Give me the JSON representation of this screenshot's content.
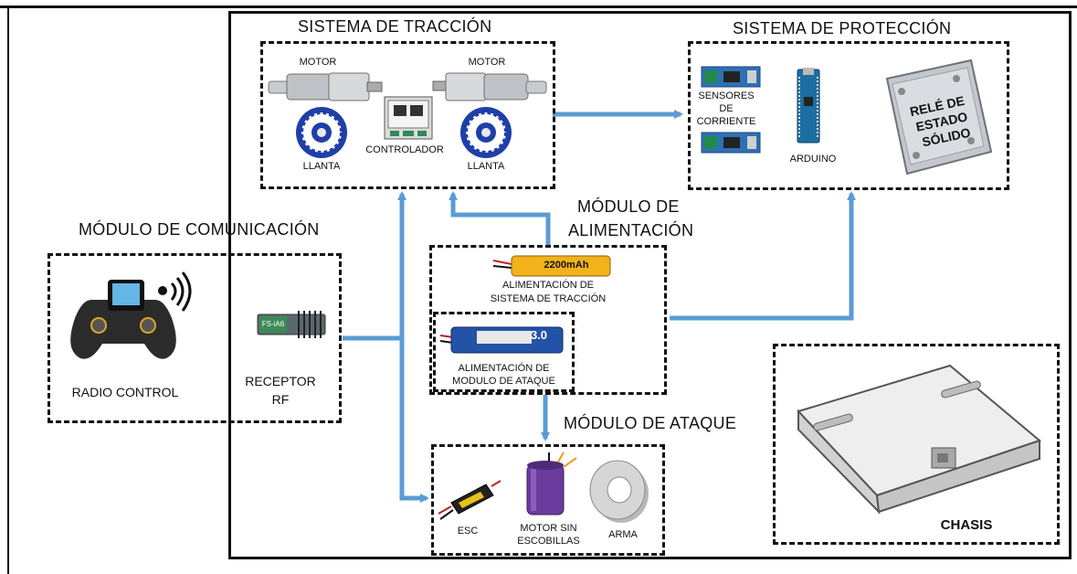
{
  "colors": {
    "arrow": "#5b9bd5",
    "frame": "#111111",
    "background": "#ffffff"
  },
  "modules": {
    "traccion": {
      "title": "SISTEMA DE TRACCIÓN",
      "motor_left": "MOTOR",
      "motor_right": "MOTOR",
      "wheel_left": "LLANTA",
      "wheel_right": "LLANTA",
      "controller": "CONTROLADOR"
    },
    "proteccion": {
      "title": "SISTEMA DE PROTECCIÓN",
      "sensors_line1": "SENSORES",
      "sensors_line2": "DE",
      "sensors_line3": "CORRIENTE",
      "arduino": "ARDUINO",
      "relay_line1": "RELÉ DE",
      "relay_line2": "ESTADO",
      "relay_line3": "SÓLIDO"
    },
    "comunicacion": {
      "title": "MÓDULO DE COMUNICACIÓN",
      "radio": "RADIO CONTROL",
      "receiver_line1": "RECEPTOR",
      "receiver_line2": "RF",
      "receiver_chip": "FS-iA6"
    },
    "alimentacion": {
      "title_line1": "MÓDULO DE",
      "title_line2": "ALIMENTACIÓN",
      "battery1_text": "2200mAh",
      "battery1_line1": "ALIMENTACIÓN DE",
      "battery1_line2": "SISTEMA DE TRACCIÓN",
      "battery2_text": "3.0",
      "battery2_line1": "ALIMENTACIÓN DE",
      "battery2_line2": "MODULO DE ATAQUE"
    },
    "ataque": {
      "title": "MÓDULO DE ATAQUE",
      "esc": "ESC",
      "motor_line1": "MOTOR SIN",
      "motor_line2": "ESCOBILLAS",
      "weapon": "ARMA"
    },
    "chasis": {
      "label": "CHASIS"
    }
  }
}
